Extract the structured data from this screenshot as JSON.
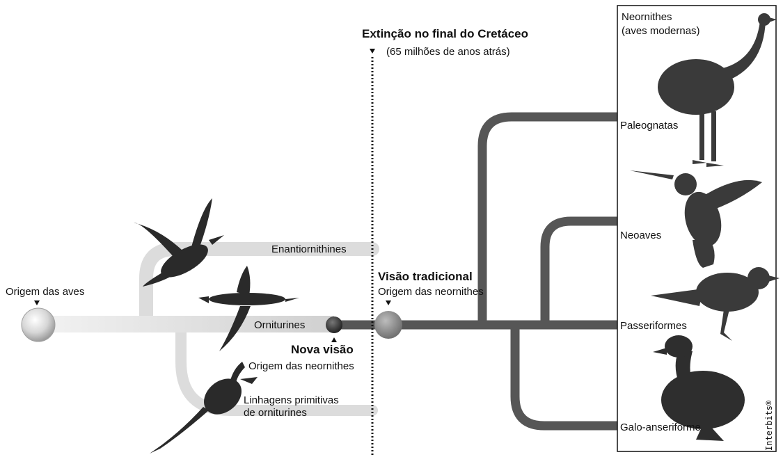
{
  "extinction": {
    "title": "Extinção no final do Cretáceo",
    "subtitle": "(65 milhões de anos atrás)"
  },
  "origin_birds": "Origem das aves",
  "enantiornithines": "Enantiornithines",
  "ornithurines": "Orniturines",
  "new_view": {
    "title": "Nova visão",
    "subtitle": "Origem das neornithes"
  },
  "primitive_lineages": {
    "line1": "Linhagens primitivas",
    "line2": "de orniturines"
  },
  "traditional_view": {
    "title": "Visão tradicional",
    "subtitle": "Origem das neornithes"
  },
  "neornithes_box": {
    "line1": "Neornithes",
    "line2": "(aves modernas)",
    "groups": [
      "Paleognatas",
      "Neoaves",
      "Passeriformes",
      "Galo-anseriforme"
    ]
  },
  "credit": "Interbits®",
  "colors": {
    "main_branch": "#555555",
    "light_branch": "#d8d8d8",
    "node_dark": "#333333",
    "node_light": "#9a9a9a"
  },
  "icons": [
    "bird-flying-icon",
    "bird-diving-icon",
    "bird-swimming-icon",
    "ostrich-icon",
    "hummingbird-icon",
    "sparrow-icon",
    "duck-icon"
  ]
}
